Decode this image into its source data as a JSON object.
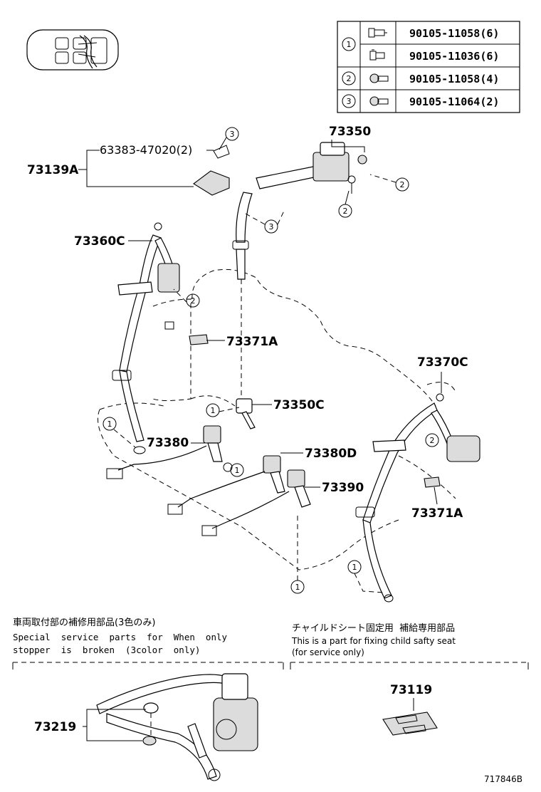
{
  "fastener_table": {
    "rows": [
      {
        "callout": "1",
        "part": "90105-11058(6)",
        "icon": "flange-bolt-icon"
      },
      {
        "callout": "",
        "part": "90105-11036(6)",
        "icon": "flange-bolt-icon"
      },
      {
        "callout": "2",
        "part": "90105-11058(4)",
        "icon": "bolt-icon"
      },
      {
        "callout": "3",
        "part": "90105-11064(2)",
        "icon": "bolt-icon"
      }
    ]
  },
  "part_labels": {
    "p73350": "73350",
    "p63383": "63383-47020(2)",
    "p73139A": "73139A",
    "p73360C": "73360C",
    "p73371A_left": "73371A",
    "p73370C": "73370C",
    "p73350C": "73350C",
    "p73380": "73380",
    "p73380D": "73380D",
    "p73390": "73390",
    "p73371A_right": "73371A",
    "p73219": "73219",
    "p73119": "73119"
  },
  "callouts": {
    "c1": "1",
    "c2": "2",
    "c3": "3"
  },
  "notes": {
    "left_jp": "車両取付部の補修用部品(3色のみ)",
    "left_en1": "Special  service  parts  for  When  only",
    "left_en2": "stopper  is  broken  (3color  only)",
    "right_jp": "チャイルドシート固定用  補給専用部品",
    "right_en1": "This is a part for fixing child safty seat",
    "right_en2": "(for service only)"
  },
  "diagram_id": "717846B",
  "seat_view_icon": "seat-layout-icon"
}
